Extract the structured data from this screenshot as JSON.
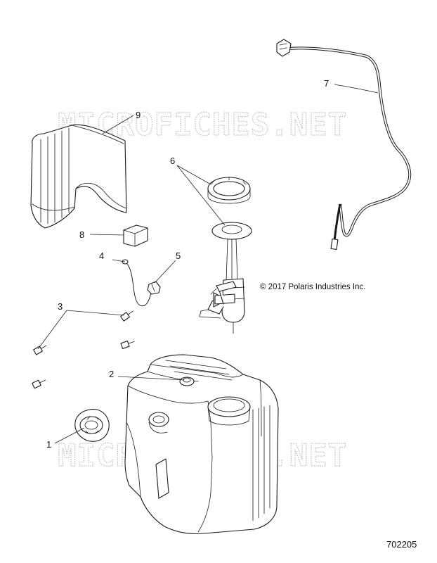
{
  "watermark": "MICROFICHES.NET",
  "copyright": "© 2017 Polaris Industries Inc.",
  "reference_number": "702205",
  "callouts": [
    {
      "label": "1"
    },
    {
      "label": "2"
    },
    {
      "label": "3"
    },
    {
      "label": "4"
    },
    {
      "label": "5"
    },
    {
      "label": "6"
    },
    {
      "label": "7"
    },
    {
      "label": "8"
    },
    {
      "label": "9"
    }
  ]
}
